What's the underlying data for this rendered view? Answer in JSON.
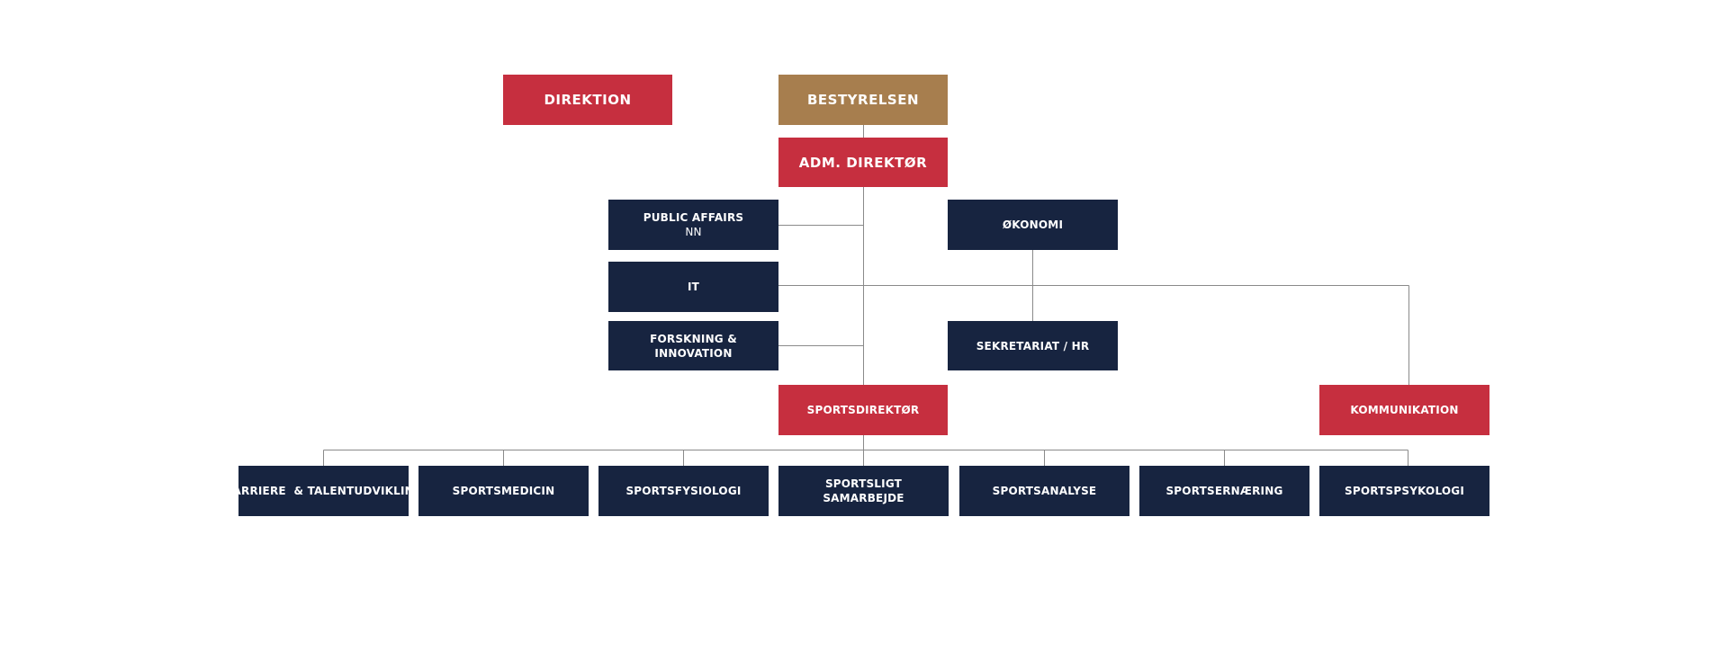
{
  "colors": {
    "red": "#c62f3f",
    "gold": "#a77e4e",
    "navy": "#172440",
    "connector": "#8a8a8a"
  },
  "boxes": {
    "direktion": "DIREKTION",
    "bestyrelsen": "BESTYRELSEN",
    "adm_direktor": "ADM. DIREKTØR",
    "public_affairs": "PUBLIC AFFAIRS",
    "public_affairs_sub": "NN",
    "okonomi": "ØKONOMI",
    "it": "IT",
    "forskning": "FORSKNING & INNOVATION",
    "sekretariat": "SEKRETARIAT / HR",
    "sportsdirektor": "SPORTSDIREKTØR",
    "kommunikation": "KOMMUNIKATION",
    "karriere": "KARRIERE  & TALENTUDVIKLING",
    "sportsmedicin": "SPORTSMEDICIN",
    "sportsfysiologi": "SPORTSFYSIOLOGI",
    "sportsligt_line1": "SPORTSLIGT",
    "sportsligt_line2": "SAMARBEJDE",
    "sportsanalyse": "SPORTSANALYSE",
    "sportsernaering": "SPORTSERNÆRING",
    "sportspsykologi": "SPORTSPSYKOLOGI"
  }
}
